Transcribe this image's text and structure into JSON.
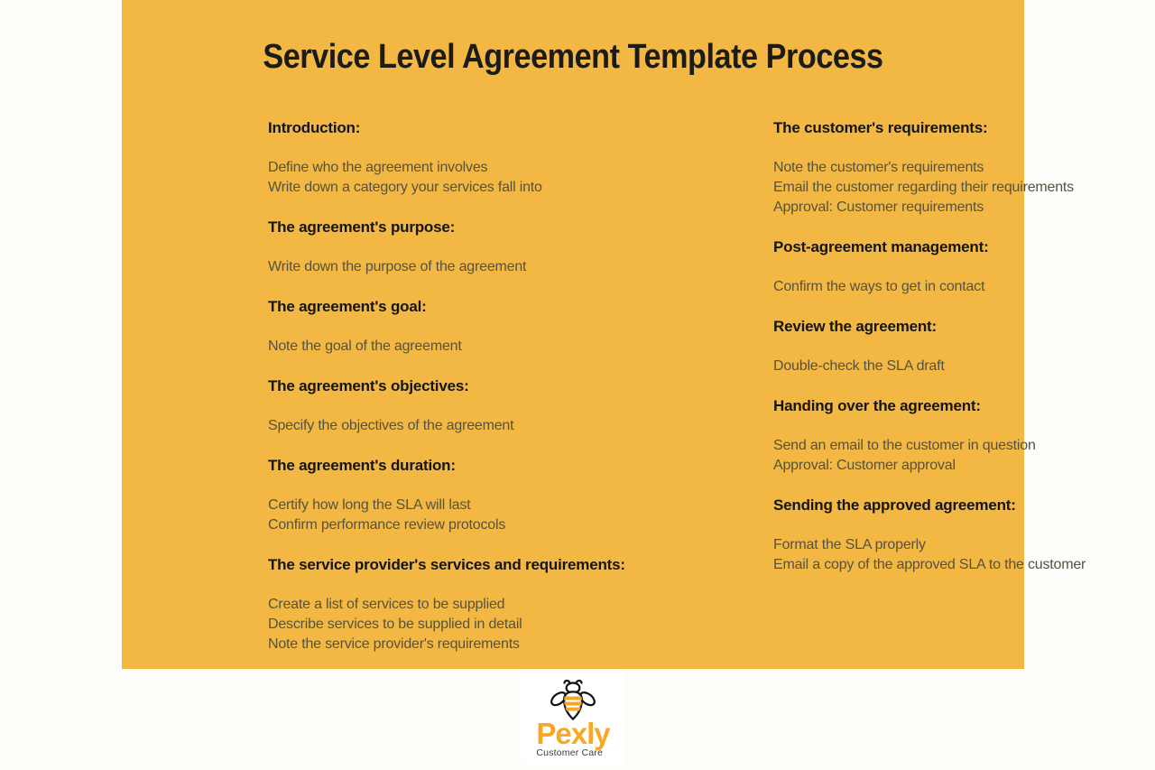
{
  "title": "Service Level Agreement Template Process",
  "colors": {
    "panel_background": "#F3B843",
    "page_background": "#FDFDF9",
    "heading_text": "#151513",
    "body_text": "#56523F",
    "brand_orange": "#F9A826",
    "bee_stripe": "#F0A82A",
    "logo_box": "#FFFFFF"
  },
  "columns": {
    "left": [
      {
        "heading": "Introduction:",
        "lines": [
          "Define who the agreement involves",
          "Write down a category your services fall into"
        ]
      },
      {
        "heading": "The agreement's purpose:",
        "lines": [
          "Write down the purpose of the agreement"
        ]
      },
      {
        "heading": "The agreement's goal:",
        "lines": [
          "Note the goal of the agreement"
        ]
      },
      {
        "heading": "The agreement's objectives:",
        "lines": [
          "Specify the objectives of the agreement"
        ]
      },
      {
        "heading": "The agreement's duration:",
        "lines": [
          "Certify how long the SLA will last",
          "Confirm performance review protocols"
        ]
      },
      {
        "heading": "The service provider's services and requirements:",
        "lines": [
          "Create a list of services to be supplied",
          "Describe services to be supplied in detail",
          "Note the service provider's requirements"
        ]
      }
    ],
    "right": [
      {
        "heading": "The customer's requirements:",
        "lines": [
          "Note the customer's requirements",
          "Email the customer regarding their requirements",
          "Approval: Customer requirements"
        ]
      },
      {
        "heading": "Post-agreement management:",
        "lines": [
          "Confirm the ways to get in contact"
        ]
      },
      {
        "heading": "Review the agreement:",
        "lines": [
          "Double-check the SLA draft"
        ]
      },
      {
        "heading": "Handing over the agreement:",
        "lines": [
          "Send an email to the customer in question",
          "Approval: Customer approval"
        ]
      },
      {
        "heading": "Sending the approved agreement:",
        "lines": [
          "Format the SLA properly",
          "Email a copy of the approved SLA to the customer"
        ]
      }
    ]
  },
  "logo": {
    "brand": "Pexly",
    "tagline": "Customer Care",
    "icon": "bee-icon"
  }
}
